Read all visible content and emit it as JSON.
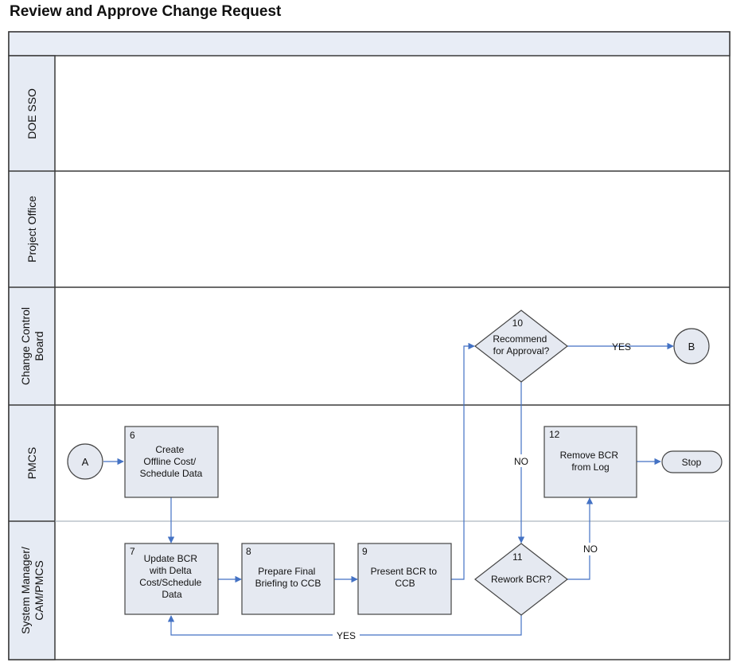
{
  "title": "Review and Approve Change Request",
  "colors": {
    "lane_border": "#3a3a3a",
    "header_fill": "#e8edf6",
    "lane_label_fill": "#e6ebf4",
    "shape_fill": "#e5e9f1",
    "shape_stroke": "#444444",
    "connector": "#4472c4"
  },
  "lanes": [
    {
      "label": "DOE SSO"
    },
    {
      "label": "Project Office"
    },
    {
      "label": "Change Control Board"
    },
    {
      "label": "PMCS"
    },
    {
      "label": "System Manager/ CAM/PMCS"
    }
  ],
  "nodes": {
    "connector_a": {
      "label": "A"
    },
    "connector_b": {
      "label": "B"
    },
    "step6": {
      "num": "6",
      "lines": [
        "Create",
        "Offline Cost/",
        "Schedule Data"
      ]
    },
    "step7": {
      "num": "7",
      "lines": [
        "Update  BCR",
        "with Delta",
        "Cost/Schedule",
        "Data"
      ]
    },
    "step8": {
      "num": "8",
      "lines": [
        "Prepare Final",
        "Briefing to CCB"
      ]
    },
    "step9": {
      "num": "9",
      "lines": [
        "Present BCR to",
        "CCB"
      ]
    },
    "decision10": {
      "num": "10",
      "lines": [
        "Recommend",
        "for Approval?"
      ]
    },
    "decision11": {
      "num": "11",
      "lines": [
        "Rework BCR?"
      ]
    },
    "step12": {
      "num": "12",
      "lines": [
        "Remove BCR",
        "from Log"
      ]
    },
    "stop": {
      "label": "Stop"
    }
  },
  "edge_labels": {
    "yes_to_b": "YES",
    "no_to_11": "NO",
    "no_to_12": "NO",
    "yes_rework": "YES"
  }
}
